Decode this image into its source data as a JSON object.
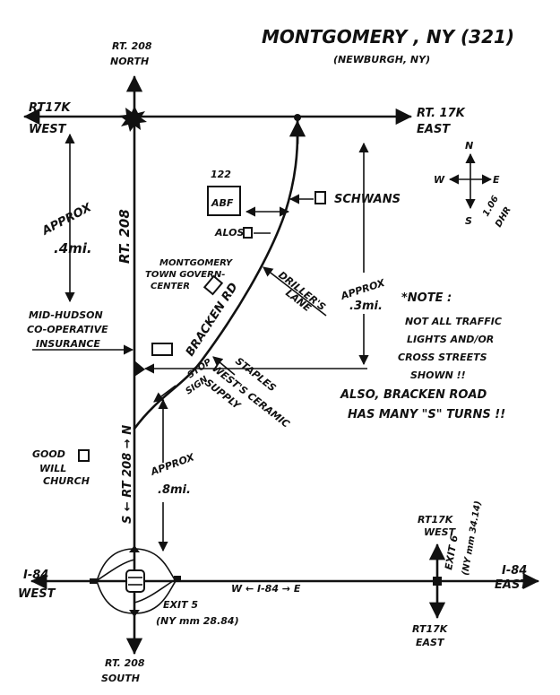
{
  "title": {
    "main": "MONTGOMERY , NY (321)",
    "sub": "(NEWBURGH, NY)"
  },
  "roads": {
    "rt208_north": [
      "RT. 208",
      "NORTH"
    ],
    "rt208_south": [
      "RT. 208",
      "SOUTH"
    ],
    "rt208_vertical": "RT. 208",
    "rt208_lower": "S ← RT 208 → N",
    "rt17k_west": [
      "RT17K",
      "WEST"
    ],
    "rt17k_east": [
      "RT. 17K",
      "EAST"
    ],
    "i84_west": [
      "I-84",
      "WEST"
    ],
    "i84_east": [
      "I-84",
      "EAST"
    ],
    "i84_center": "W ←  I-84  → E",
    "rt17k_exit6_west": [
      "RT17K",
      "WEST"
    ],
    "rt17k_exit6_east": [
      "RT17K",
      "EAST"
    ],
    "bracken_road": "BRACKEN RD",
    "drillers_lane": [
      "DRILLER'S",
      "LANE"
    ]
  },
  "places": {
    "abf_number": "122",
    "abf": "ABF",
    "schwans": "SCHWANS",
    "alos": "ALOS",
    "town_gov": [
      "MONTGOMERY",
      "TOWN GOVERN-",
      "CENTER"
    ],
    "mid_hudson": [
      "MID-HUDSON",
      "CO-OPERATIVE",
      "INSURANCE"
    ],
    "staples": "STAPLES",
    "wests_ceramic": [
      "WEST'S CERAMIC",
      "SUPPLY"
    ],
    "stop_sign": [
      "STOP",
      "SIGN"
    ],
    "good_will": [
      "GOOD",
      "WILL",
      "CHURCH"
    ]
  },
  "exits": {
    "exit5": [
      "EXIT 5",
      "(NY mm 28.84)"
    ],
    "exit6": [
      "EXIT 6",
      "(NY mm 34.14)"
    ]
  },
  "distances": {
    "upper_left": [
      "APPROX",
      ".4mi."
    ],
    "right_mid": [
      "APPROX",
      ".3mi."
    ],
    "lower": [
      "APPROX",
      ".8mi."
    ]
  },
  "compass": {
    "n": "N",
    "s": "S",
    "e": "E",
    "w": "W",
    "note": [
      "1.06",
      "DHR"
    ]
  },
  "note": {
    "lines": [
      "*NOTE :",
      "NOT ALL TRAFFIC",
      "LIGHTS AND/OR",
      "CROSS STREETS",
      "SHOWN !!"
    ],
    "also": [
      "ALSO, BRACKEN ROAD",
      "HAS MANY \"S\" TURNS !!"
    ]
  }
}
